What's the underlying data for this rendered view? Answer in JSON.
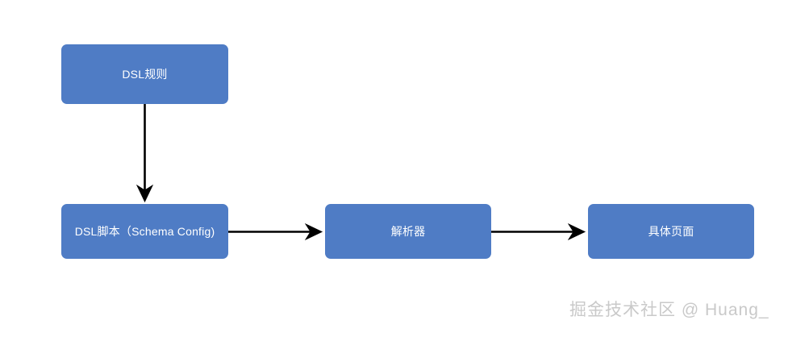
{
  "diagram": {
    "title": "DSL flow diagram",
    "background_color": "#ffffff",
    "node_color": "#4f7cc5",
    "node_text_color": "#ffffff",
    "arrow_color": "#000000",
    "nodes": [
      {
        "id": "dsl-rule",
        "label": "DSL规则"
      },
      {
        "id": "dsl-script",
        "label": "DSL脚本（Schema Config)"
      },
      {
        "id": "parser",
        "label": "解析器"
      },
      {
        "id": "page",
        "label": "具体页面"
      }
    ],
    "edges": [
      {
        "id": "edge-rule-to-script",
        "from": "dsl-rule",
        "to": "dsl-script",
        "direction": "down",
        "label": ""
      },
      {
        "id": "edge-script-to-parser",
        "from": "dsl-script",
        "to": "parser",
        "direction": "right",
        "label": ""
      },
      {
        "id": "edge-parser-to-page",
        "from": "parser",
        "to": "page",
        "direction": "right",
        "label": ""
      }
    ]
  },
  "watermark": {
    "text": "掘金技术社区 @ Huang_",
    "color": "#c9c9c9"
  }
}
